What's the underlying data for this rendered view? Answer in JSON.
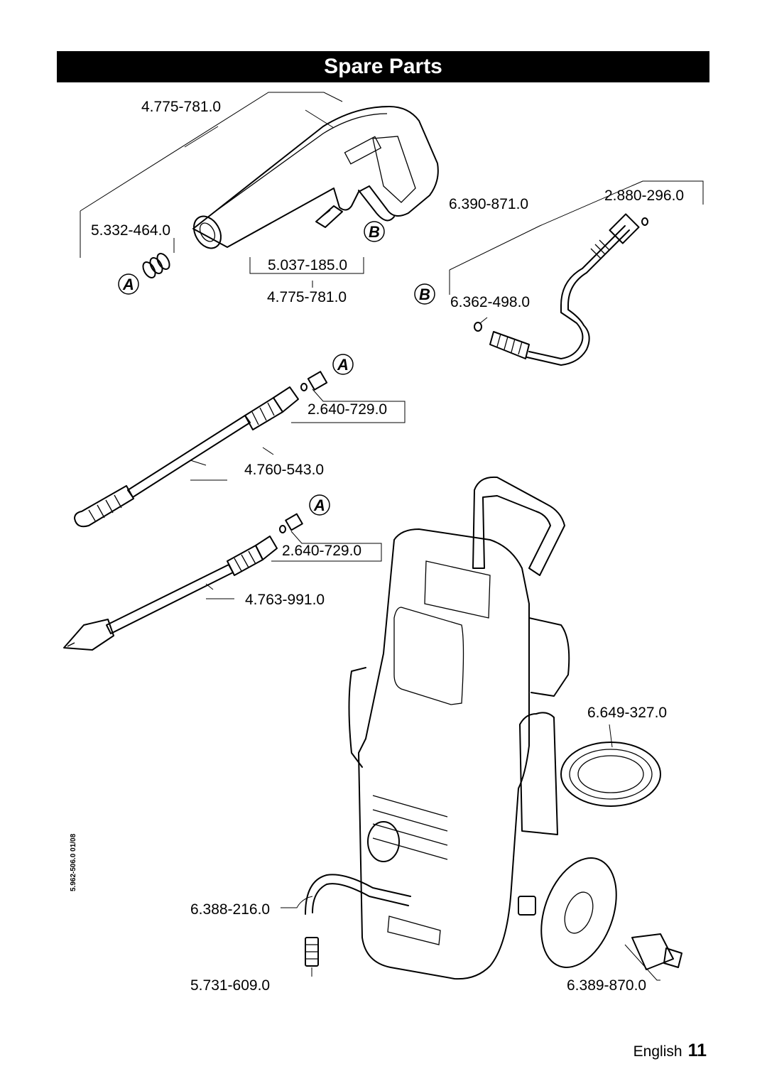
{
  "header": {
    "title": "Spare Parts"
  },
  "part_numbers": {
    "gun_top": "4.775-781.0",
    "gun_bottom": "4.775-781.0",
    "seal_set": "5.332-464.0",
    "clip": "5.037-185.0",
    "hose_top": "6.390-871.0",
    "hose_oring": "2.880-296.0",
    "hose_end": "6.362-498.0",
    "nozzle_1": "2.640-729.0",
    "lance_1": "4.760-543.0",
    "nozzle_2": "2.640-729.0",
    "lance_2": "4.763-991.0",
    "hose_reel": "6.649-327.0",
    "suction_hose": "6.388-216.0",
    "filter": "5.731-609.0",
    "coupling": "6.389-870.0"
  },
  "callouts": {
    "a1": "A",
    "a2": "A",
    "a3": "A",
    "b1": "B",
    "b2": "B"
  },
  "doc_ref": "5.962-506.0  01/08",
  "footer": {
    "language": "English",
    "page_number": "11"
  }
}
